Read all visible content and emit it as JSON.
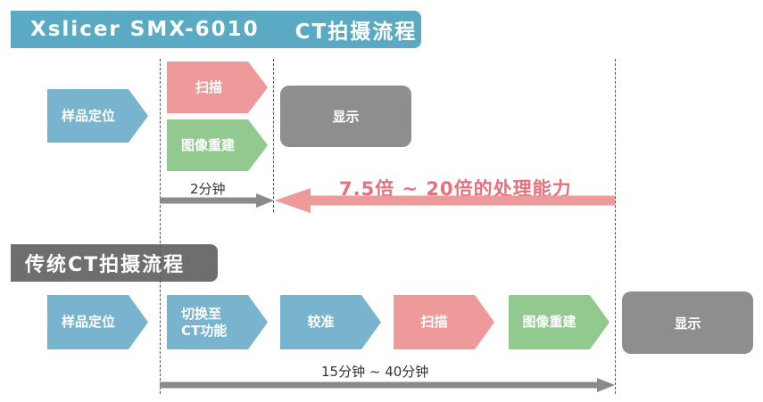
{
  "xslicer": {
    "title_model": "Xslicer SMX-6010",
    "title_suffix": "CT拍摄流程",
    "step_positioning": "样品定位",
    "step_scan": "扫描",
    "step_reconstruct": "图像重建",
    "step_display": "显示",
    "time_label": "2分钟",
    "speedup_label": "7.5倍 ~ 20倍的处理能力"
  },
  "traditional": {
    "title": "传统CT拍摄流程",
    "step_positioning": "样品定位",
    "step_switch_line1": "切换至",
    "step_switch_line2": "CT功能",
    "step_calibrate": "较准",
    "step_scan": "扫描",
    "step_reconstruct": "图像重建",
    "step_display": "显示",
    "time_label": "15分钟 ~ 40分钟"
  },
  "colors": {
    "title_blue": "#5aaac3",
    "title_gray": "#6e6e70",
    "step_blue": "#79b4cf",
    "step_pink": "#ee9a9a",
    "step_green": "#92c98e",
    "display_gray": "#8e8e90",
    "timeline_gray": "#8a8a8e",
    "speedup_red": "#e8707b"
  }
}
